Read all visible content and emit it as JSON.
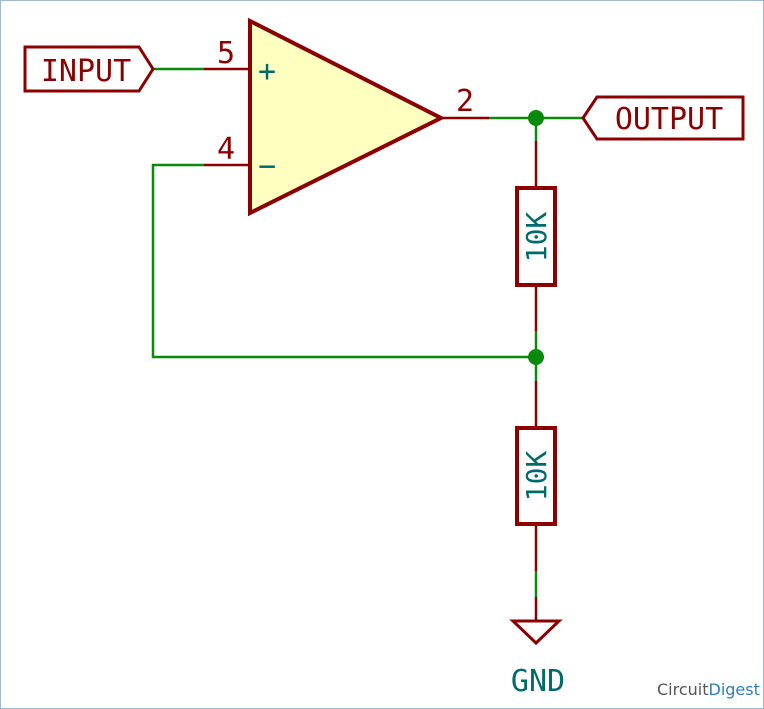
{
  "labels": {
    "input": "INPUT",
    "output": "OUTPUT",
    "gnd": "GND",
    "plus": "+",
    "minus": "−"
  },
  "pins": {
    "noninverting": "5",
    "inverting": "4",
    "output": "2"
  },
  "resistors": [
    {
      "value": "10K"
    },
    {
      "value": "10K"
    }
  ],
  "watermark": {
    "part1": "Circuit",
    "part2": "Digest"
  },
  "colors": {
    "wire": "#0a8a0a",
    "component": "#8b0000",
    "opamp_fill": "#ffffc0",
    "text_teal": "#006b6b",
    "watermark_dark": "#555555",
    "watermark_accent": "#2c7fbf"
  }
}
